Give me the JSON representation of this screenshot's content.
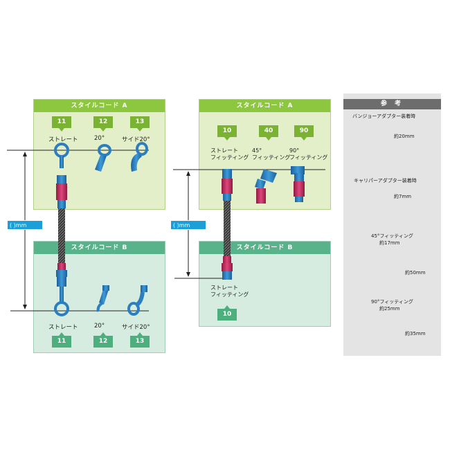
{
  "left": {
    "panel_a": {
      "header": "スタイルコード A",
      "codes": [
        "11",
        "12",
        "13"
      ],
      "labels": [
        "ストレート",
        "20°",
        "サイド20°"
      ]
    },
    "panel_b": {
      "header": "スタイルコード B",
      "codes": [
        "11",
        "12",
        "13"
      ],
      "labels": [
        "ストレート",
        "20°",
        "サイド20°"
      ]
    },
    "length_label": "(       )mm"
  },
  "right": {
    "panel_a": {
      "header": "スタイルコード A",
      "codes": [
        "10",
        "40",
        "90"
      ],
      "labels": [
        {
          "line1": "ストレート",
          "line2": "フィッティング"
        },
        {
          "line1": "45°",
          "line2": "フィッティング"
        },
        {
          "line1": "90°",
          "line2": "フィッティング"
        }
      ]
    },
    "panel_b": {
      "header": "スタイルコード B",
      "code": "10",
      "label": {
        "line1": "ストレート",
        "line2": "フィッティング"
      }
    },
    "length_label": "(       )mm"
  },
  "reference": {
    "header": "参 考",
    "items": [
      {
        "title": "バンジョーアダプター装着時",
        "dims": [
          "約20mm"
        ]
      },
      {
        "title": "キャリパーアダプター装着時",
        "dims": [
          "約7mm"
        ]
      },
      {
        "title": "45°フィッティング",
        "dims": [
          "約17mm",
          "約50mm"
        ]
      },
      {
        "title": "90°フィッティング",
        "dims": [
          "約25mm",
          "約35mm"
        ]
      }
    ]
  },
  "colors": {
    "fitting_blue": "#2b7fc1",
    "fitting_red": "#c8275d",
    "panel_a": "#8dc63f",
    "panel_b": "#58b38a",
    "dim_blue": "#1a9fd9"
  },
  "icons": [
    "banjo-straight-icon",
    "banjo-20-icon",
    "banjo-side20-icon",
    "straight-fitting-icon",
    "fitting-45-icon",
    "fitting-90-icon"
  ]
}
